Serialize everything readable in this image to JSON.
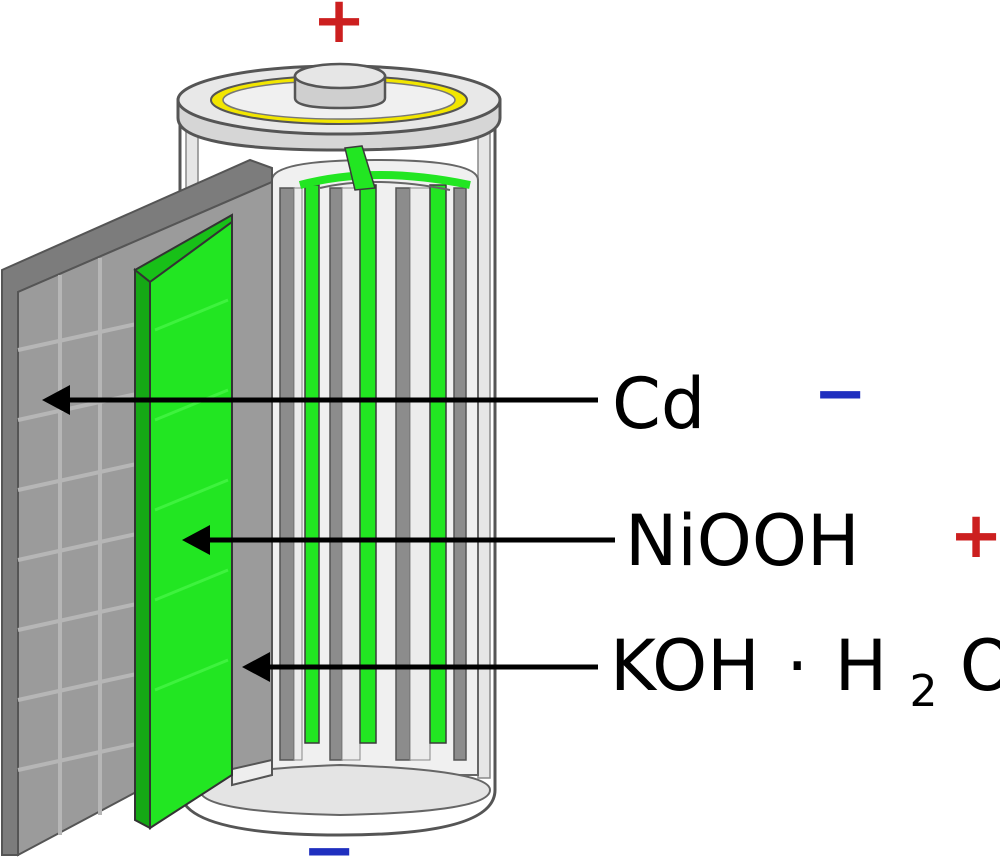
{
  "colors": {
    "cathode_green": "#22e622",
    "anode_gray": "#8c8c8c",
    "separator_gray": "#ececec",
    "casing_gray": "#e8e8e8",
    "positive_red": "#cc1f1f",
    "negative_blue": "#1f2fbf",
    "gasket_yellow": "#f2e600",
    "arrow": "#000000"
  },
  "terminals": {
    "top_sign": "+",
    "bottom_sign": "−"
  },
  "labels": {
    "cd": {
      "text": "Cd",
      "sign": "−"
    },
    "niooh": {
      "text": "NiOOH",
      "sign": "+"
    },
    "koh": {
      "main": "KOH",
      "dot": "·",
      "h": "H",
      "sub": "2",
      "o": "O"
    }
  }
}
